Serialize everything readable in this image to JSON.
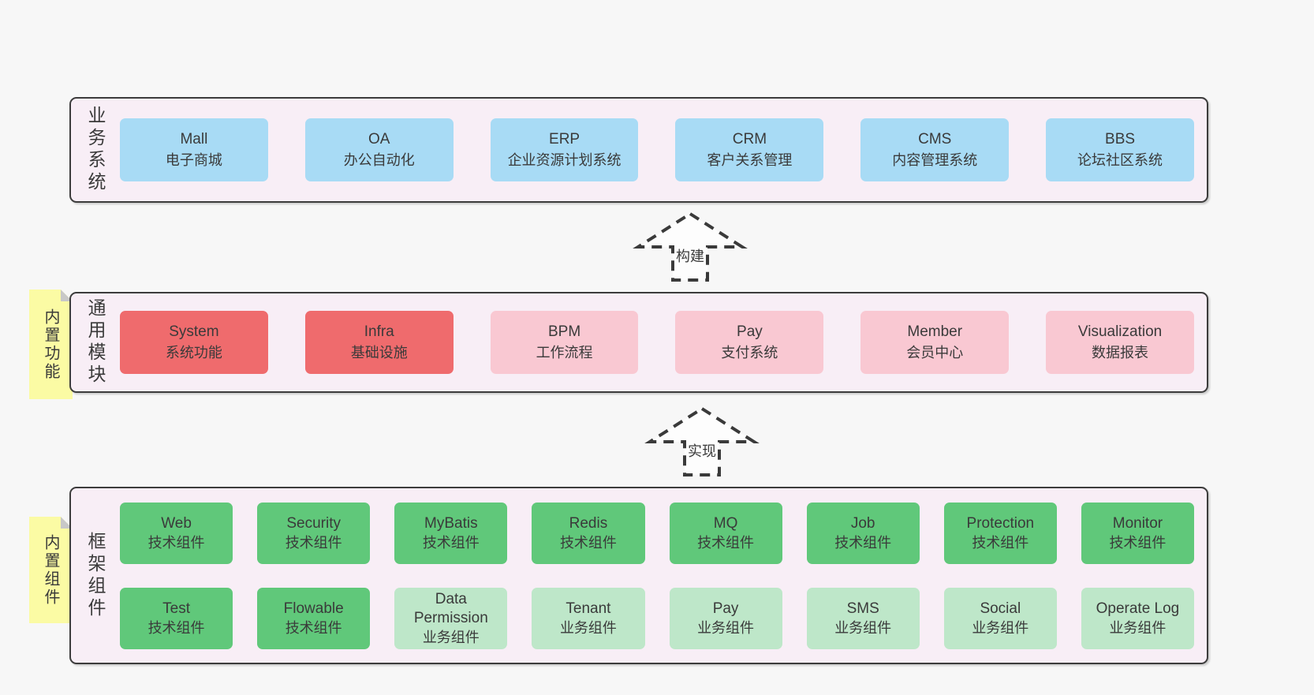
{
  "palette": {
    "page_bg": "#f7f7f7",
    "panel_bg": "#f8eef6",
    "border": "#3c3c3c",
    "text": "#3a3a3a",
    "blue": "#a8dbf5",
    "red": "#ef6b6d",
    "pink": "#f9c8d2",
    "green": "#60c87a",
    "light_green": "#bee7c9",
    "note_yellow": "#fbfba4",
    "fold_gray": "#c8c8c8",
    "arrow_fill": "#fdfdfd"
  },
  "arrows": [
    {
      "label": "构建"
    },
    {
      "label": "实现"
    }
  ],
  "layers": [
    {
      "id": "business-systems",
      "label": "业务系统",
      "note": null,
      "rows": [
        [
          {
            "name": "Mall",
            "sub": "电子商城",
            "variant": "blue"
          },
          {
            "name": "OA",
            "sub": "办公自动化",
            "variant": "blue"
          },
          {
            "name": "ERP",
            "sub": "企业资源计划系统",
            "variant": "blue"
          },
          {
            "name": "CRM",
            "sub": "客户关系管理",
            "variant": "blue"
          },
          {
            "name": "CMS",
            "sub": "内容管理系统",
            "variant": "blue"
          },
          {
            "name": "BBS",
            "sub": "论坛社区系统",
            "variant": "blue"
          }
        ]
      ]
    },
    {
      "id": "common-modules",
      "label": "通用模块",
      "note": "内置功能",
      "rows": [
        [
          {
            "name": "System",
            "sub": "系统功能",
            "variant": "red"
          },
          {
            "name": "Infra",
            "sub": "基础设施",
            "variant": "red"
          },
          {
            "name": "BPM",
            "sub": "工作流程",
            "variant": "pink"
          },
          {
            "name": "Pay",
            "sub": "支付系统",
            "variant": "pink"
          },
          {
            "name": "Member",
            "sub": "会员中心",
            "variant": "pink"
          },
          {
            "name": "Visualization",
            "sub": "数据报表",
            "variant": "pink"
          }
        ]
      ]
    },
    {
      "id": "framework-components",
      "label": "框架组件",
      "note": "内置组件",
      "rows": [
        [
          {
            "name": "Web",
            "sub": "技术组件",
            "variant": "green"
          },
          {
            "name": "Security",
            "sub": "技术组件",
            "variant": "green"
          },
          {
            "name": "MyBatis",
            "sub": "技术组件",
            "variant": "green"
          },
          {
            "name": "Redis",
            "sub": "技术组件",
            "variant": "green"
          },
          {
            "name": "MQ",
            "sub": "技术组件",
            "variant": "green"
          },
          {
            "name": "Job",
            "sub": "技术组件",
            "variant": "green"
          },
          {
            "name": "Protection",
            "sub": "技术组件",
            "variant": "green"
          },
          {
            "name": "Monitor",
            "sub": "技术组件",
            "variant": "green"
          }
        ],
        [
          {
            "name": "Test",
            "sub": "技术组件",
            "variant": "green"
          },
          {
            "name": "Flowable",
            "sub": "技术组件",
            "variant": "green"
          },
          {
            "name": "Data Permission",
            "sub": "业务组件",
            "variant": "light-green"
          },
          {
            "name": "Tenant",
            "sub": "业务组件",
            "variant": "light-green"
          },
          {
            "name": "Pay",
            "sub": "业务组件",
            "variant": "light-green"
          },
          {
            "name": "SMS",
            "sub": "业务组件",
            "variant": "light-green"
          },
          {
            "name": "Social",
            "sub": "业务组件",
            "variant": "light-green"
          },
          {
            "name": "Operate Log",
            "sub": "业务组件",
            "variant": "light-green"
          }
        ]
      ]
    }
  ]
}
